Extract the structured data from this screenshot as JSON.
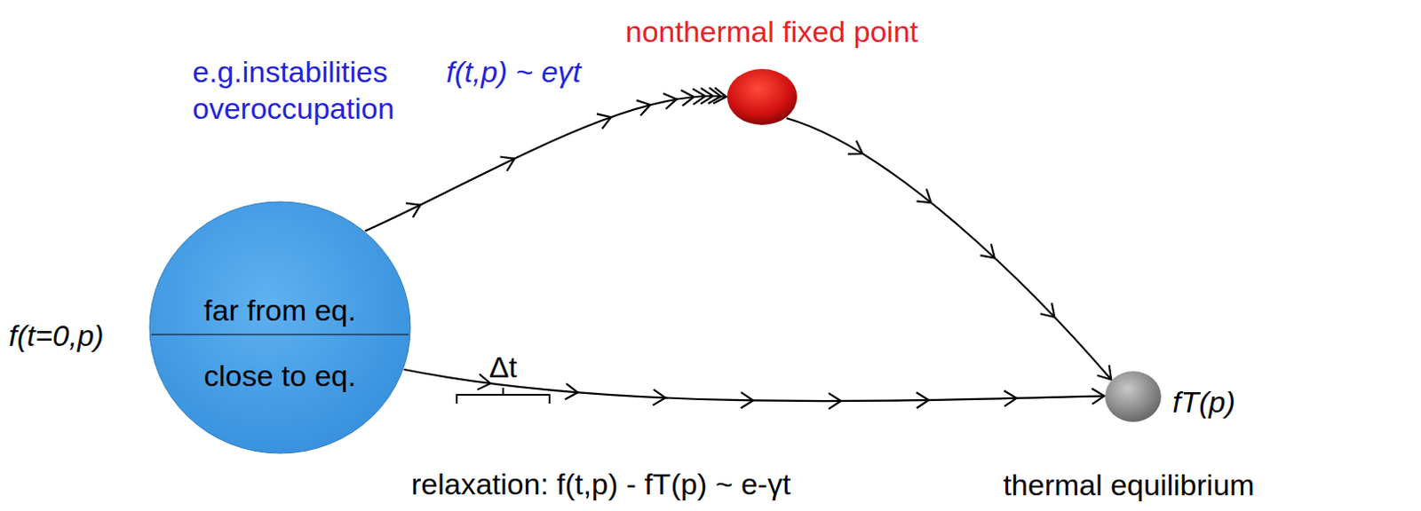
{
  "diagram": {
    "nodes": [
      {
        "text": [
          "far from eq.",
          "close to eq."
        ]
      },
      {
        "text": [
          "nonthermal fixed point"
        ]
      },
      {
        "text": [
          "fT(p)",
          "thermal equilibrium"
        ]
      }
    ],
    "edges": [
      {
        "from": 0,
        "to": 1,
        "arrow": "to"
      },
      {
        "from": 1,
        "to": 2,
        "arrow": "to"
      },
      {
        "from": 0,
        "to": 2,
        "arrow": "to",
        "label": "relaxation: f(t,p) - fT(p) ~ e-γt"
      }
    ],
    "labels": [
      "f(t=0,p)",
      "e.g.instabilities",
      "f(t,p) ~ eγt",
      "overoccupation",
      "Δt"
    ]
  }
}
